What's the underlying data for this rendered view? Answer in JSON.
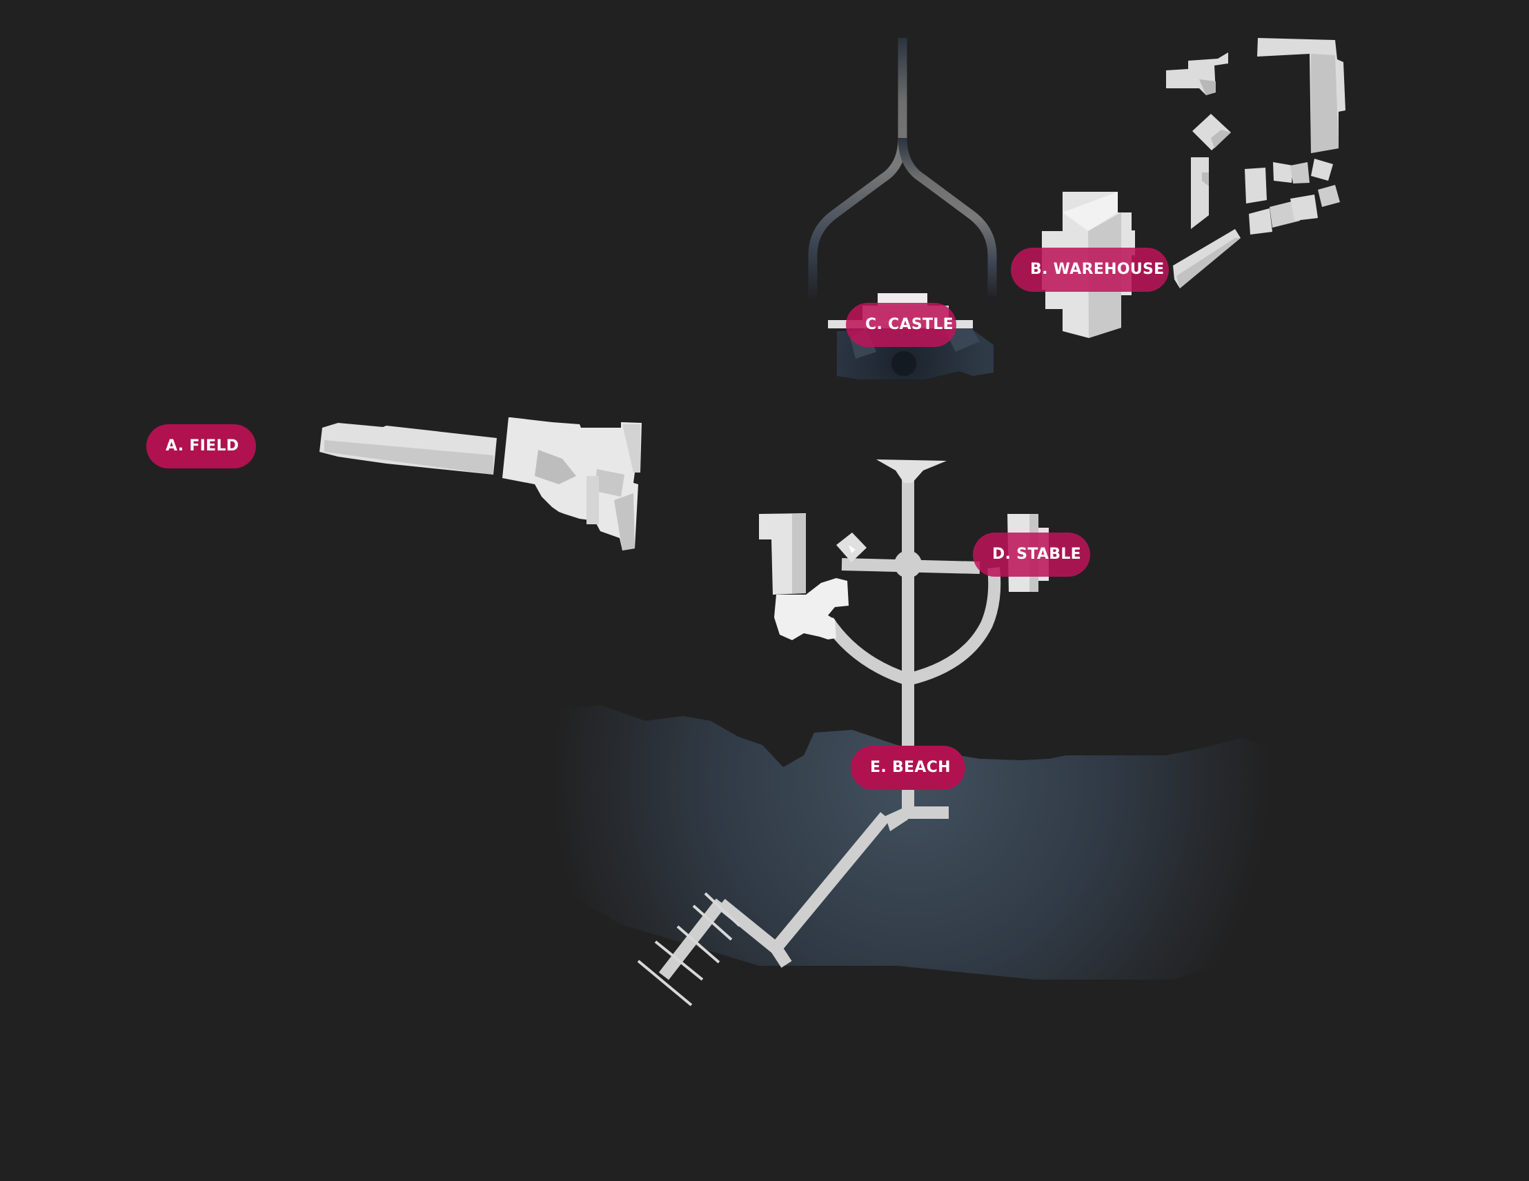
{
  "map": {
    "background": "#212121",
    "label_color": "#b0124f",
    "building_color": "#e6e6e6",
    "water_color": "#3a4552",
    "labels": [
      {
        "id": "field",
        "text": "A. FIELD"
      },
      {
        "id": "warehouse",
        "text": "B. WAREHOUSE"
      },
      {
        "id": "castle",
        "text": "C. CASTLE"
      },
      {
        "id": "stable",
        "text": "D. STABLE"
      },
      {
        "id": "beach",
        "text": "E. BEACH"
      }
    ]
  }
}
